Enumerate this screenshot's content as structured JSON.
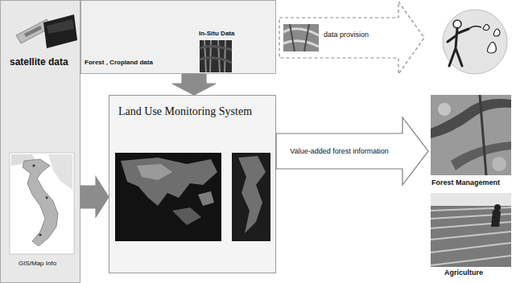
{
  "diagram": {
    "nodes": [
      {
        "text": [
          "satellite data",
          "GIS/Map Info"
        ]
      },
      {
        "text": [
          "Forest , Cropland data",
          "In-Situ Data"
        ]
      },
      {
        "text": [
          "Land Use Monitoring System"
        ]
      },
      {
        "text": [
          "Forest Management"
        ]
      },
      {
        "text": [
          "Agriculture"
        ]
      }
    ],
    "edges": [
      {
        "from": 1,
        "to": 2,
        "arrow": "to"
      },
      {
        "from": 0,
        "to": 2,
        "arrow": "to"
      },
      {
        "from": 2,
        "to": 3,
        "label": "Value-added forest information",
        "arrow": "to"
      }
    ],
    "labels": [
      "data provision"
    ]
  }
}
